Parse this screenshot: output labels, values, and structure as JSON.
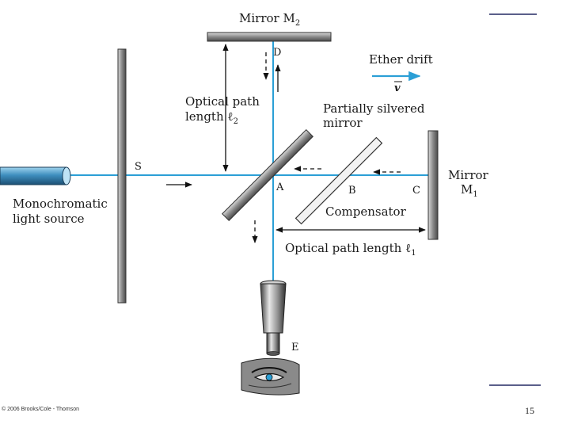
{
  "labels": {
    "mirror_m2": "Mirror M",
    "mirror_m2_sub": "2",
    "point_d": "D",
    "ether_drift": "Ether drift",
    "velocity": "v",
    "optical_path_2_line1": "Optical path",
    "optical_path_2_line2": "length ℓ",
    "optical_path_2_sub": "2",
    "partially_silvered_line1": "Partially silvered",
    "partially_silvered_line2": "mirror",
    "point_s": "S",
    "point_a": "A",
    "point_b": "B",
    "point_c": "C",
    "mirror_m1_line1": "Mirror",
    "mirror_m1_line2": "M",
    "mirror_m1_sub": "1",
    "source_line1": "Monochromatic",
    "source_line2": "light source",
    "compensator": "Compensator",
    "optical_path_1": "Optical path length ℓ",
    "optical_path_1_sub": "1",
    "point_e": "E"
  },
  "footer": {
    "copyright": "© 2006 Brooks/Cole - Thomson",
    "page_number": "15"
  },
  "colors": {
    "beam": "#2b9fd6",
    "slide_accent": "#5a5f8a",
    "mirror_fill": "#6f6f6f",
    "black": "#111111"
  }
}
